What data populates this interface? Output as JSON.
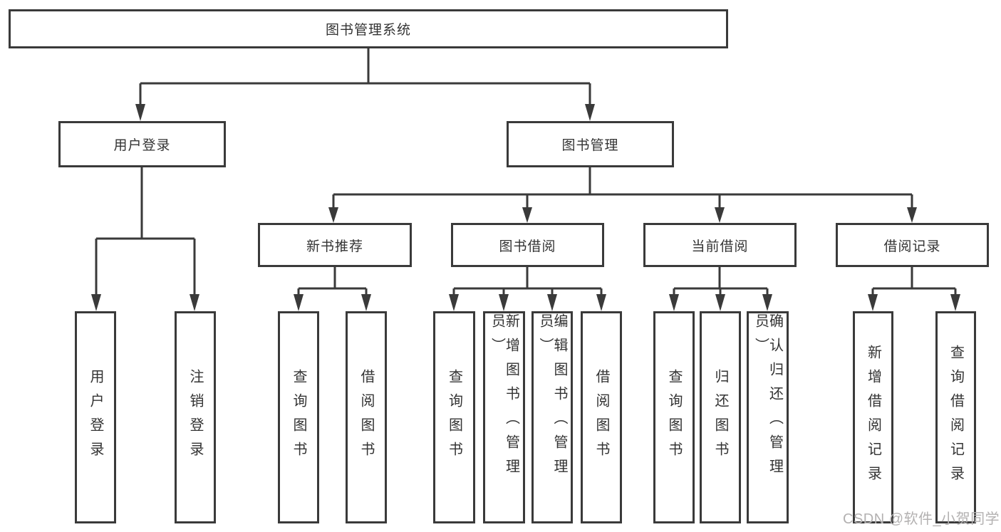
{
  "tree": {
    "label": "图书管理系统",
    "children": [
      {
        "label": "用户登录",
        "children": [
          {
            "label": "用户登录"
          },
          {
            "label": "注销登录"
          }
        ]
      },
      {
        "label": "图书管理",
        "children": [
          {
            "label": "新书推荐",
            "children": [
              {
                "label": "查询图书"
              },
              {
                "label": "借阅图书"
              }
            ]
          },
          {
            "label": "图书借阅",
            "children": [
              {
                "label": "查询图书"
              },
              {
                "label": "新增图书（管理员）"
              },
              {
                "label": "编辑图书（管理员）"
              },
              {
                "label": "借阅图书"
              }
            ]
          },
          {
            "label": "当前借阅",
            "children": [
              {
                "label": "查询图书"
              },
              {
                "label": "归还图书"
              },
              {
                "label": "确认归还（管理员）"
              }
            ]
          },
          {
            "label": "借阅记录",
            "children": [
              {
                "label": "新增借阅记录"
              },
              {
                "label": "查询借阅记录"
              }
            ]
          }
        ]
      }
    ]
  },
  "watermark": {
    "text": "CSDN @软件_小贺同学"
  },
  "colors": {
    "line": "#3a3a3a",
    "text": "#333333",
    "watermark": "#b3b1b1",
    "background": "#ffffff"
  }
}
